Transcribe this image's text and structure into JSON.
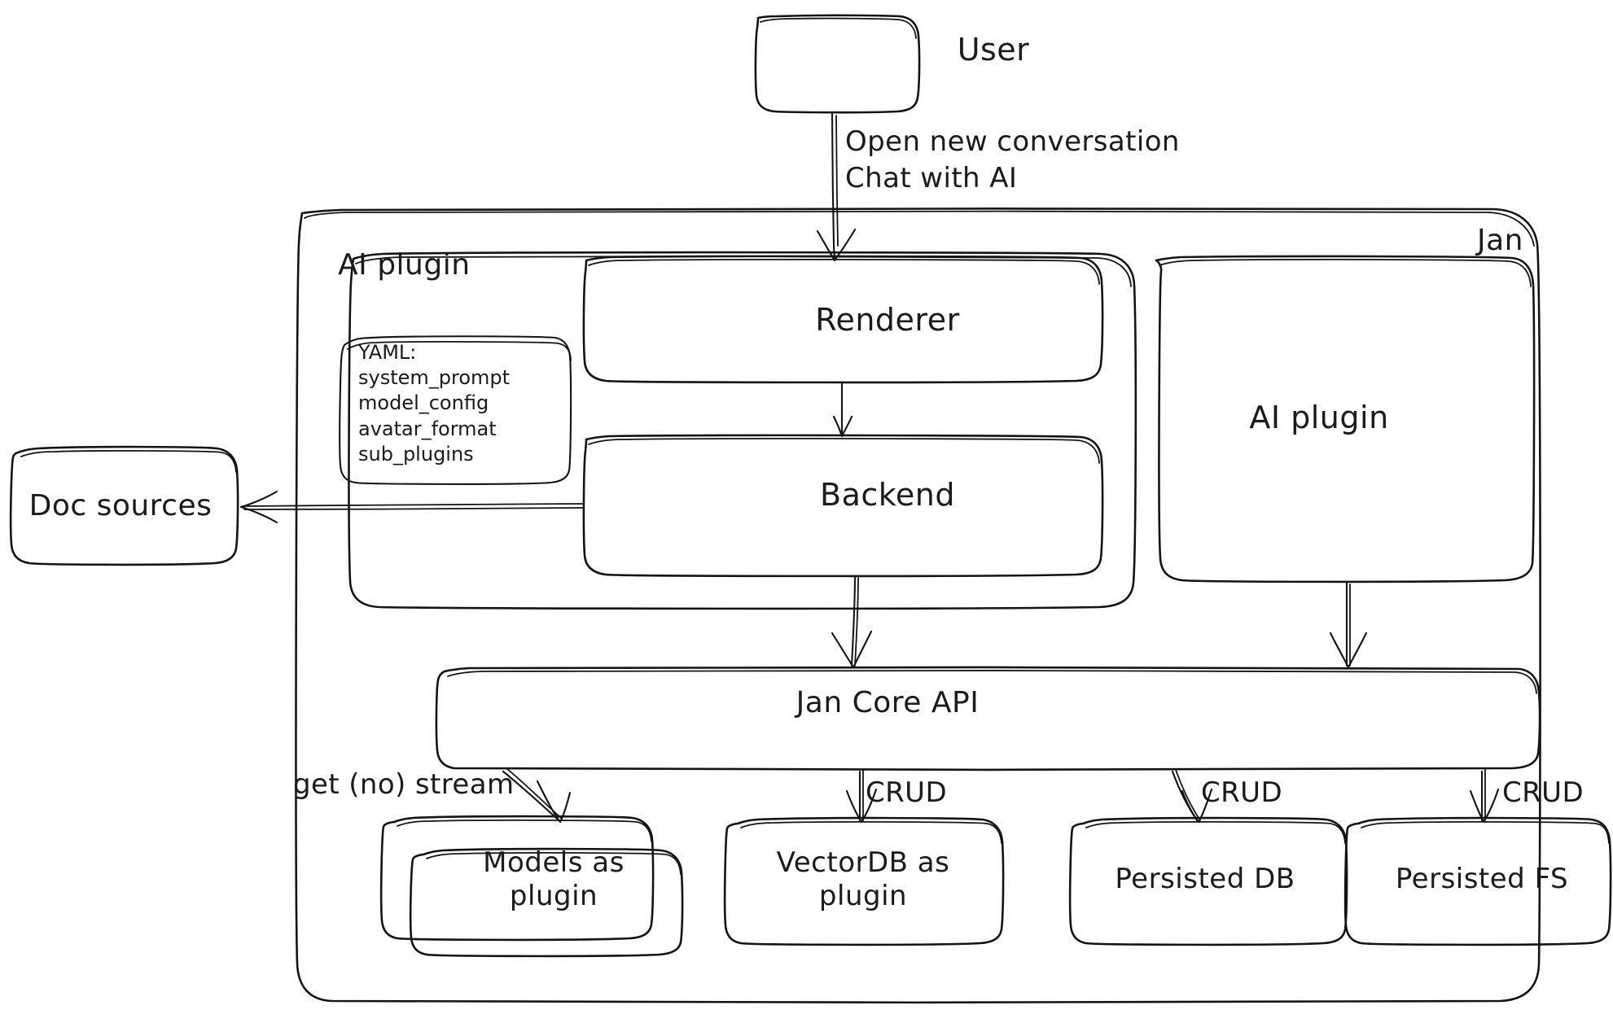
{
  "diagram": {
    "title": "Jan architecture overview",
    "style": "hand-drawn-sketch",
    "stroke_color": "#141414",
    "background_color": "#ffffff"
  },
  "groups": {
    "outer": {
      "label": "Jan"
    },
    "ai_plugin_group": {
      "label": "AI plugin"
    }
  },
  "nodes": {
    "user": {
      "label": "User"
    },
    "renderer": {
      "label": "Renderer"
    },
    "backend": {
      "label": "Backend"
    },
    "ai_plugin_right": {
      "label": "AI plugin"
    },
    "jan_core_api": {
      "label": "Jan Core API"
    },
    "models_plugin": {
      "label": "Models as\nplugin"
    },
    "vectordb_plugin": {
      "label": "VectorDB as\nplugin"
    },
    "persisted_db": {
      "label": "Persisted DB"
    },
    "persisted_fs": {
      "label": "Persisted FS"
    },
    "doc_sources": {
      "label": "Doc sources"
    },
    "yaml_note": {
      "label": "YAML:\nsystem_prompt\nmodel_config\navatar_format\nsub_plugins",
      "lines": [
        "YAML:",
        "system_prompt",
        "model_config",
        "avatar_format",
        "sub_plugins"
      ]
    }
  },
  "edges": {
    "user_to_renderer": {
      "label": "Open new conversation\nChat with AI"
    },
    "renderer_to_backend": {
      "label": ""
    },
    "backend_to_doc_sources": {
      "label": ""
    },
    "backend_to_core": {
      "label": ""
    },
    "ai_plugin_to_core": {
      "label": ""
    },
    "core_to_models": {
      "label": "get (no) stream"
    },
    "core_to_vectordb": {
      "label": "CRUD"
    },
    "core_to_persisted_db": {
      "label": "CRUD"
    },
    "core_to_persisted_fs": {
      "label": "CRUD"
    }
  }
}
